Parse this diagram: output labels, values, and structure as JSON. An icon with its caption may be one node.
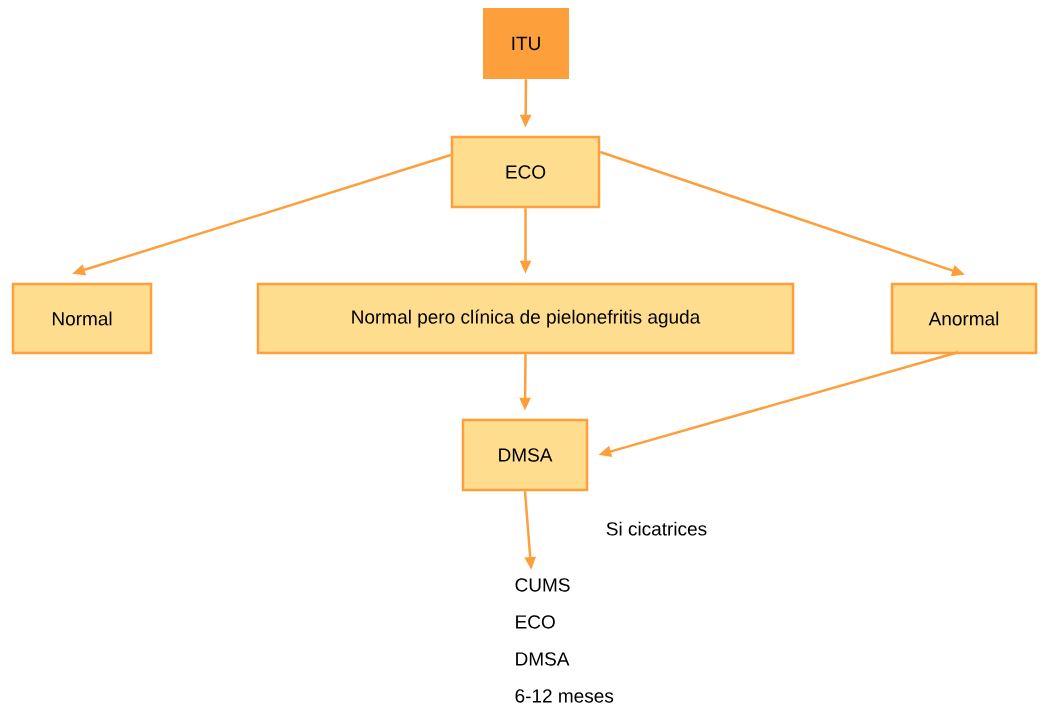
{
  "diagram": {
    "nodes": [
      {
        "text": [
          "ITU"
        ]
      },
      {
        "text": [
          "ECO"
        ]
      },
      {
        "text": [
          "Normal"
        ]
      },
      {
        "text": [
          "Normal pero clínica de pielonefritis aguda"
        ]
      },
      {
        "text": [
          "Anormal"
        ]
      },
      {
        "text": [
          "DMSA"
        ]
      },
      {
        "text": [
          "CUMS",
          "ECO",
          "DMSA",
          "6-12 meses"
        ]
      }
    ],
    "edges": [
      {
        "from": 0,
        "to": 1,
        "arrow": "to"
      },
      {
        "from": 1,
        "to": 2,
        "arrow": "to"
      },
      {
        "from": 1,
        "to": 3,
        "arrow": "to"
      },
      {
        "from": 1,
        "to": 4,
        "arrow": "to"
      },
      {
        "from": 3,
        "to": 5,
        "arrow": "to"
      },
      {
        "from": 4,
        "to": 5,
        "arrow": "to"
      },
      {
        "from": 5,
        "to": 6,
        "arrow": "to",
        "label": "Si cicatrices"
      }
    ]
  }
}
